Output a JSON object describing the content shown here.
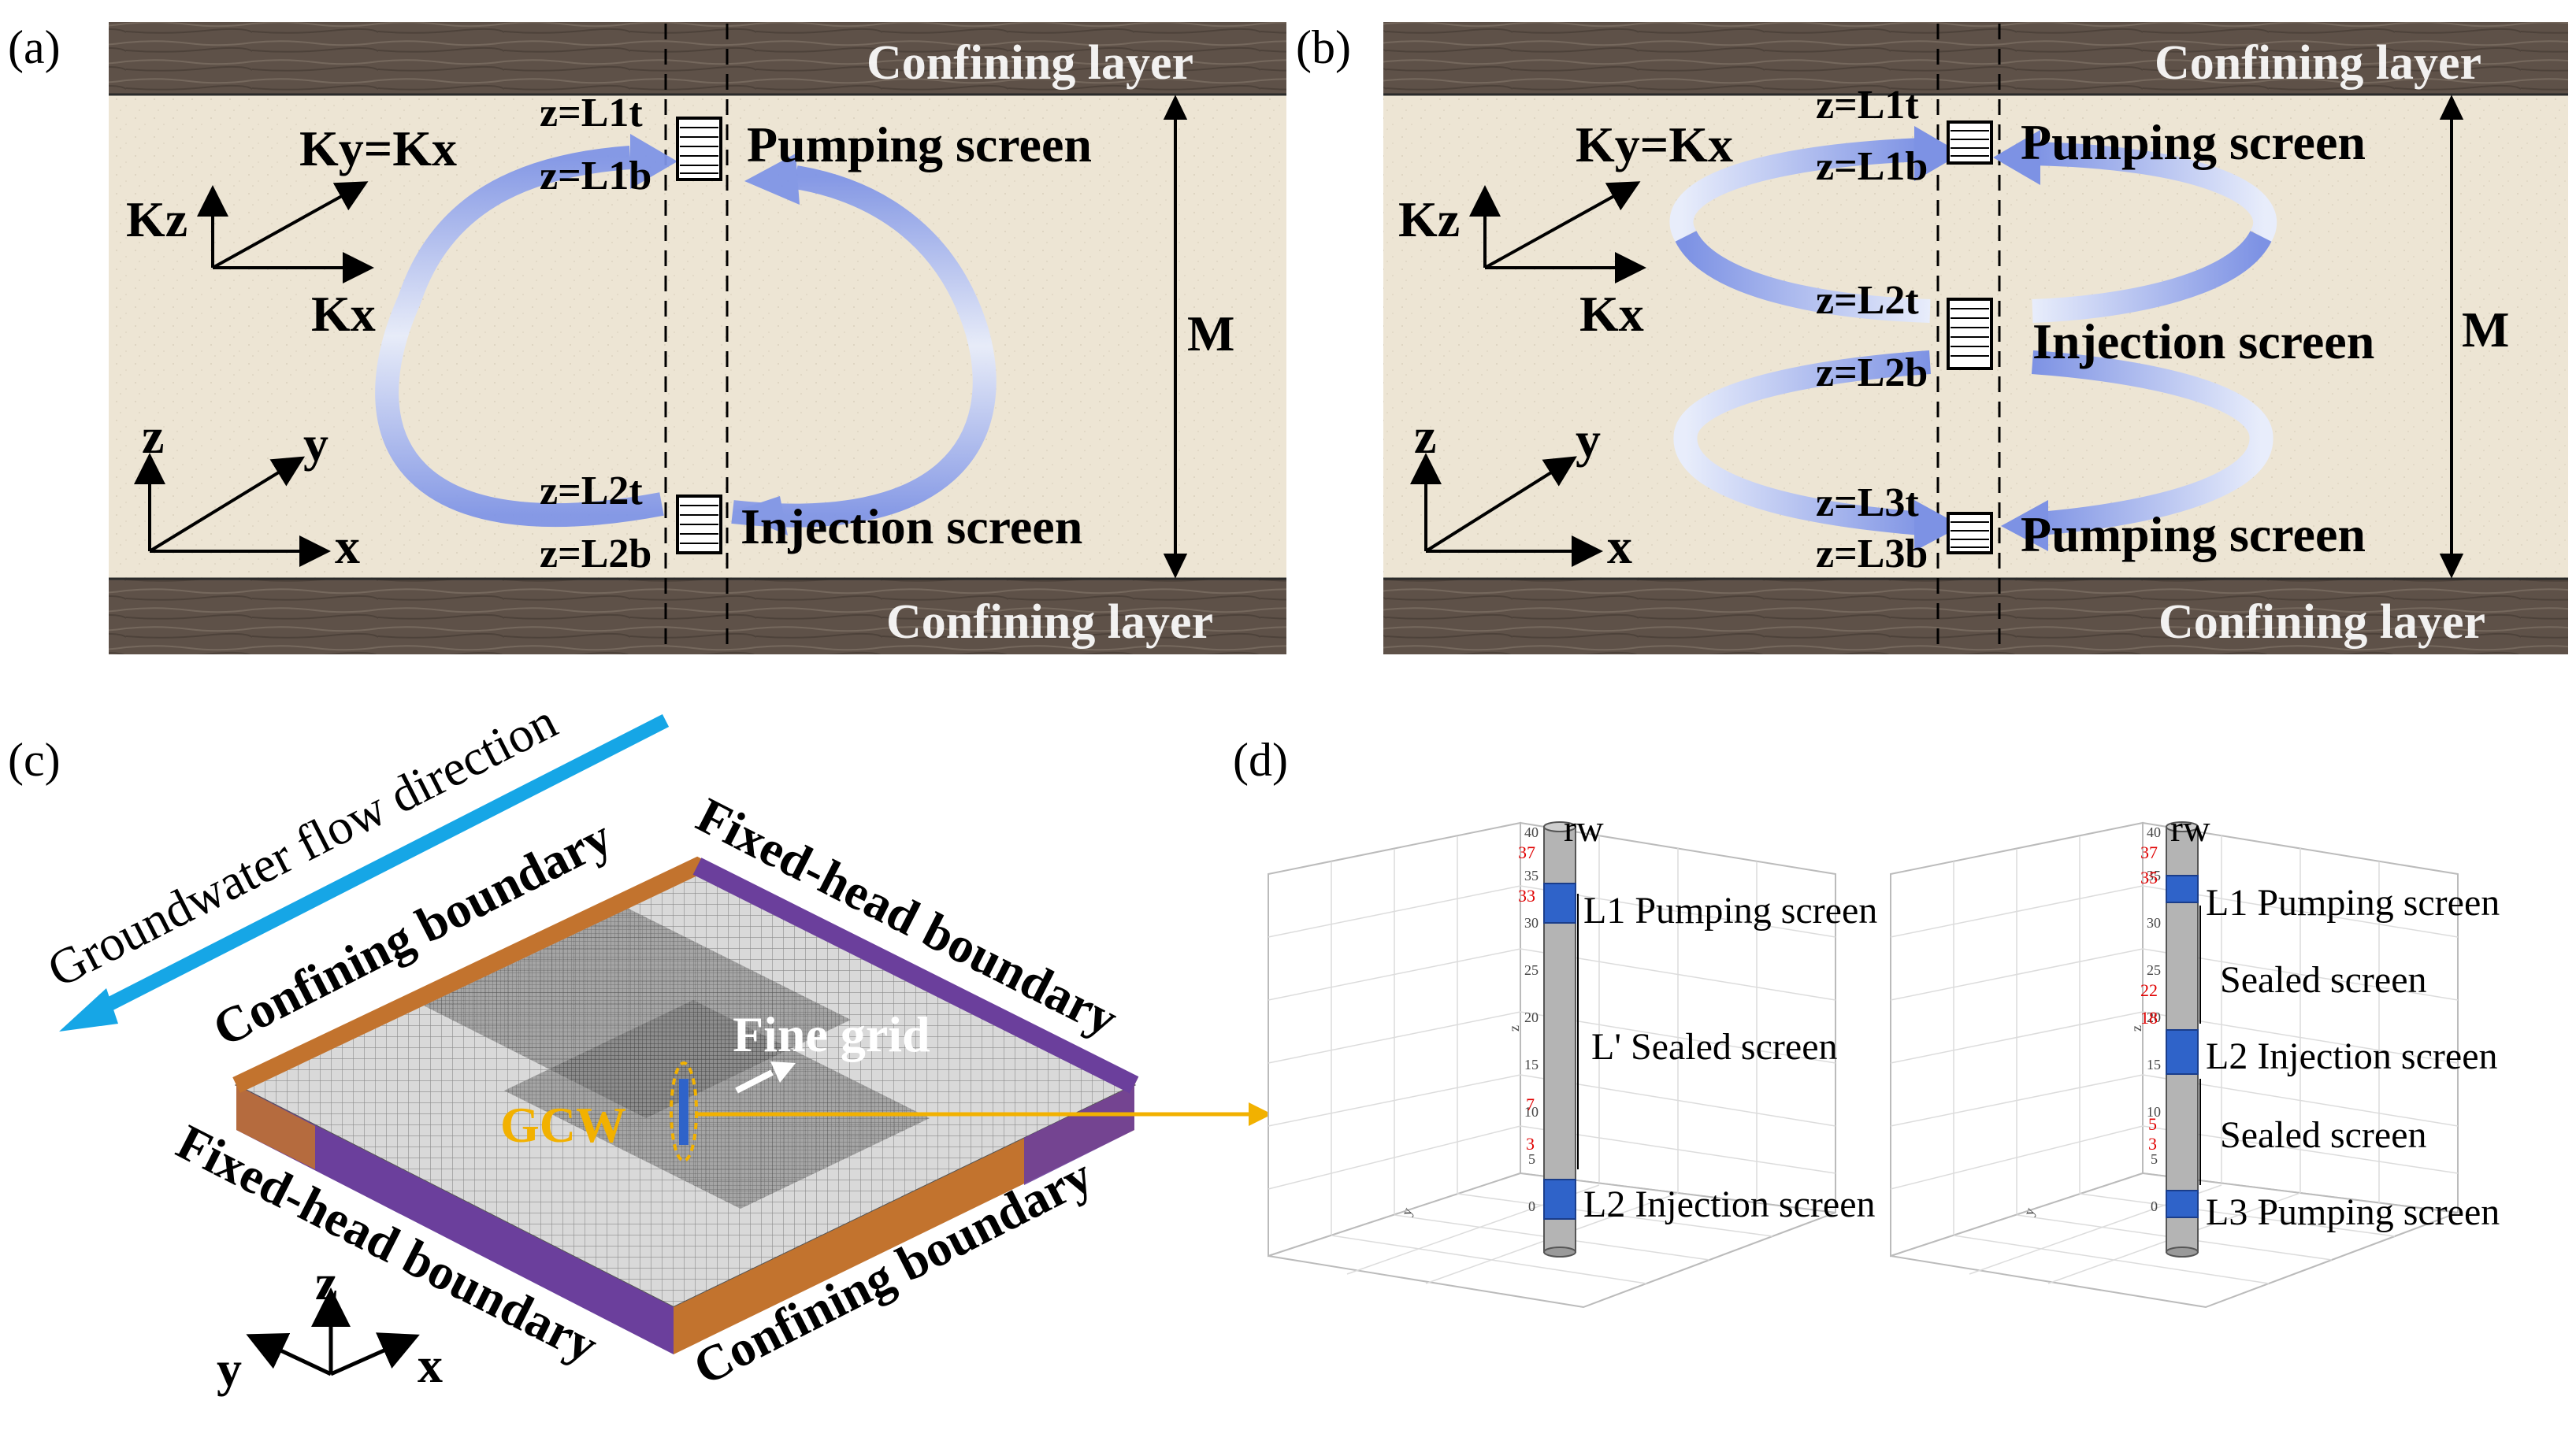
{
  "panels": {
    "a": {
      "label": "(a)",
      "top_layer": "Confining layer",
      "bottom_layer": "Confining layer",
      "conductivity_eq": "Ky=Kx",
      "kz": "Kz",
      "kx": "Kx",
      "axis_z": "z",
      "axis_y": "y",
      "axis_x": "x",
      "m_label": "M",
      "pumping_screen": "Pumping screen",
      "injection_screen": "Injection screen",
      "l1t": "z=L1t",
      "l1b": "z=L1b",
      "l2t": "z=L2t",
      "l2b": "z=L2b"
    },
    "b": {
      "label": "(b)",
      "top_layer": "Confining layer",
      "bottom_layer": "Confining layer",
      "conductivity_eq": "Ky=Kx",
      "kz": "Kz",
      "kx": "Kx",
      "axis_z": "z",
      "axis_y": "y",
      "axis_x": "x",
      "m_label": "M",
      "pumping_screen_top": "Pumping screen",
      "injection_screen": "Injection screen",
      "pumping_screen_bottom": "Pumping screen",
      "l1t": "z=L1t",
      "l1b": "z=L1b",
      "l2t": "z=L2t",
      "l2b": "z=L2b",
      "l3t": "z=L3t",
      "l3b": "z=L3b"
    },
    "c": {
      "label": "(c)",
      "flow_direction": "Groundwater flow direction",
      "confining_boundary_top": "Confining boundary",
      "fixed_head_top": "Fixed-head boundary",
      "fixed_head_bottom": "Fixed-head boundary",
      "confining_boundary_bottom": "Confining boundary",
      "fine_grid": "Fine grid",
      "gcw": "GCW",
      "axis_z": "z",
      "axis_y": "y",
      "axis_x": "x"
    },
    "d": {
      "label": "(d)",
      "left": {
        "rw": "rw",
        "axis_z": "z",
        "axis_y": "y",
        "l1_label": "L1 Pumping screen",
        "l_sealed": "L' Sealed screen",
        "l2_label": "L2 Injection screen",
        "ticks": [
          "40",
          "35",
          "30",
          "25",
          "20",
          "15",
          "10",
          "5",
          "0"
        ],
        "marks": [
          "37",
          "33",
          "7",
          "3"
        ]
      },
      "right": {
        "rw": "rw",
        "axis_z": "z",
        "axis_y": "y",
        "l1_label": "L1 Pumping screen",
        "sealed_upper": "Sealed screen",
        "l2_label": "L2 Injection screen",
        "sealed_lower": "Sealed screen",
        "l3_label": "L3 Pumping screen",
        "ticks": [
          "40",
          "35",
          "30",
          "25",
          "20",
          "15",
          "10",
          "5",
          "0"
        ],
        "marks": [
          "37",
          "35",
          "22",
          "18",
          "5",
          "3"
        ]
      }
    }
  },
  "colors": {
    "confining_layer": "#5e5148",
    "aquifer": "#ede5d4",
    "flow_arrow": "#8fa3e8",
    "boundary_orange": "#c2732e",
    "boundary_purple": "#6b3f9c",
    "flow_cyan": "#16a6e6",
    "gcw_gold": "#f2b100",
    "screen_blue": "#2f63c9",
    "well_gray": "#b4b4b4",
    "mark_red": "#e00000"
  }
}
